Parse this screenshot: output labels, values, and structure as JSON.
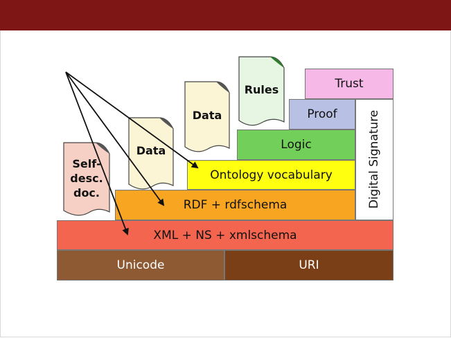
{
  "layers": {
    "unicode": "Unicode",
    "uri": "URI",
    "xml": "XML + NS + xmlschema",
    "rdf": "RDF + rdfschema",
    "ontology": "Ontology vocabulary",
    "logic": "Logic",
    "proof": "Proof",
    "trust": "Trust",
    "digital_signature": "Digital Signature"
  },
  "documents": {
    "self_desc": "Self-\ndesc.\ndoc.",
    "data_1": "Data",
    "data_2": "Data",
    "rules": "Rules"
  },
  "colors": {
    "header": "#7f1616",
    "unicode": "#8e5a34",
    "uri": "#7a3f17",
    "xml": "#f4654f",
    "rdf": "#f8a521",
    "ontology": "#ffff10",
    "logic": "#72cf5a",
    "proof": "#b8c0e4",
    "trust": "#f6b8e6",
    "signature": "#ffffff"
  }
}
